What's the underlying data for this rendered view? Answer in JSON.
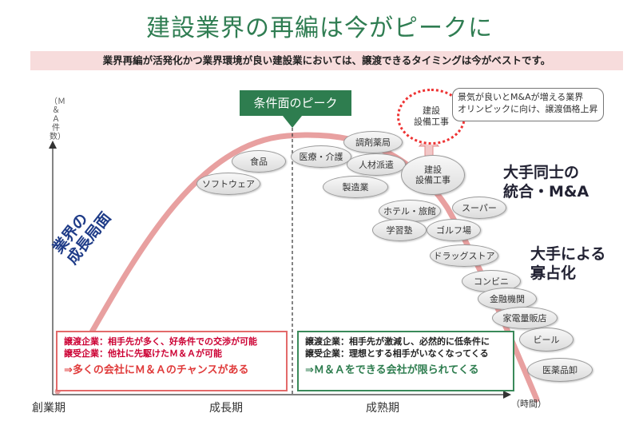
{
  "title": "建設業界の再編は今がピークに",
  "subtitle": "業界再編が活発化かつ業界環境が良い建設業においては、譲渡できるタイミングは今がベストです。",
  "y_axis_label": "（Ｍ＆Ａ件数）",
  "x_axis": {
    "labels": [
      "創業期",
      "成長期",
      "成熟期"
    ],
    "end_label": "（時間）"
  },
  "peak_label": "条件面のピーク",
  "industries": [
    "ソフトウェア",
    "食品",
    "医療・介護",
    "調剤薬局",
    "人材派遣",
    "製造業",
    "建設\n設備工事",
    "ホテル・旅館",
    "スーパー",
    "学習塾",
    "ゴルフ場",
    "ドラッグストア",
    "コンビニ",
    "金融機関",
    "家電量販店",
    "ビール",
    "医薬品卸"
  ],
  "highlight_industry": "建設\n設備工事",
  "callout": "景気が良いとM&Aが増える業界\nオリンピックに向け、譲渡価格上昇",
  "growth_label": "業界の\n成長局面",
  "right_labels": {
    "top": "大手同士の\n統合・M&A",
    "bottom": "大手による\n寡占化"
  },
  "boxes": {
    "left": {
      "line1": "譲渡企業：相手先が多く、好条件での交渉が可能",
      "line2": "譲受企業：他社に先駆けたＭ＆Ａが可能",
      "summary": "⇒多くの会社にＭ＆Ａのチャンスがある"
    },
    "right": {
      "line1": "譲渡企業：相手先が激減し、必然的に低条件に",
      "line2": "譲受企業：理想とする相手がいなくなってくる",
      "summary": "⇒Ｍ＆Ａをできる会社が限られてくる"
    }
  },
  "colors": {
    "title": "#2f7d52",
    "curve": "#e8a0a0",
    "peak_box": "#2e7d4f",
    "highlight": "#e33333",
    "growth_label": "#1f3c88"
  }
}
